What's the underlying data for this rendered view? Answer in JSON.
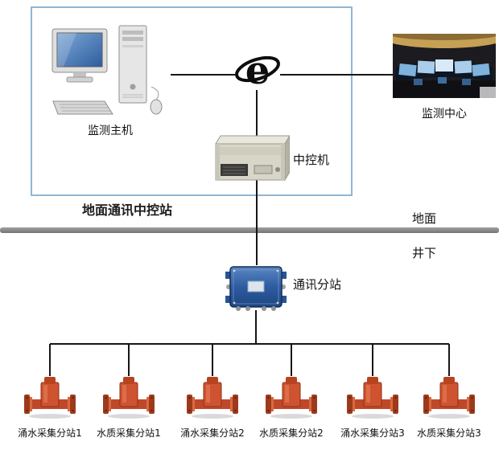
{
  "diagram": {
    "surface_section": {
      "ground_box_label": "地面通讯中控站",
      "monitoring_host_label": "监测主机",
      "monitoring_center_label": "监测中心",
      "central_control_label": "中控机"
    },
    "boundary": {
      "surface_label": "地面",
      "underground_label": "井下"
    },
    "underground_section": {
      "substation_label": "通讯分站",
      "devices": [
        {
          "label": "涌水采集分站1"
        },
        {
          "label": "水质采集分站1"
        },
        {
          "label": "涌水采集分站2"
        },
        {
          "label": "水质采集分站2"
        },
        {
          "label": "涌水采集分站3"
        },
        {
          "label": "水质采集分站3"
        }
      ]
    },
    "icons": {
      "internet_icon": "internet-e-icon",
      "host_icon": "desktop-computer-icon",
      "control_machine_icon": "rack-server-icon",
      "substation_icon": "junction-box-icon",
      "device_icon": "flow-meter-icon",
      "monitoring_center_icon": "control-room-screens-icon"
    },
    "colors": {
      "ground_box_border": "#90b6d4",
      "divider_gray": "#8a8a8a",
      "connection_line": "#161616",
      "device_orange": "#cf5330",
      "substation_blue": "#2e5ca0"
    }
  }
}
